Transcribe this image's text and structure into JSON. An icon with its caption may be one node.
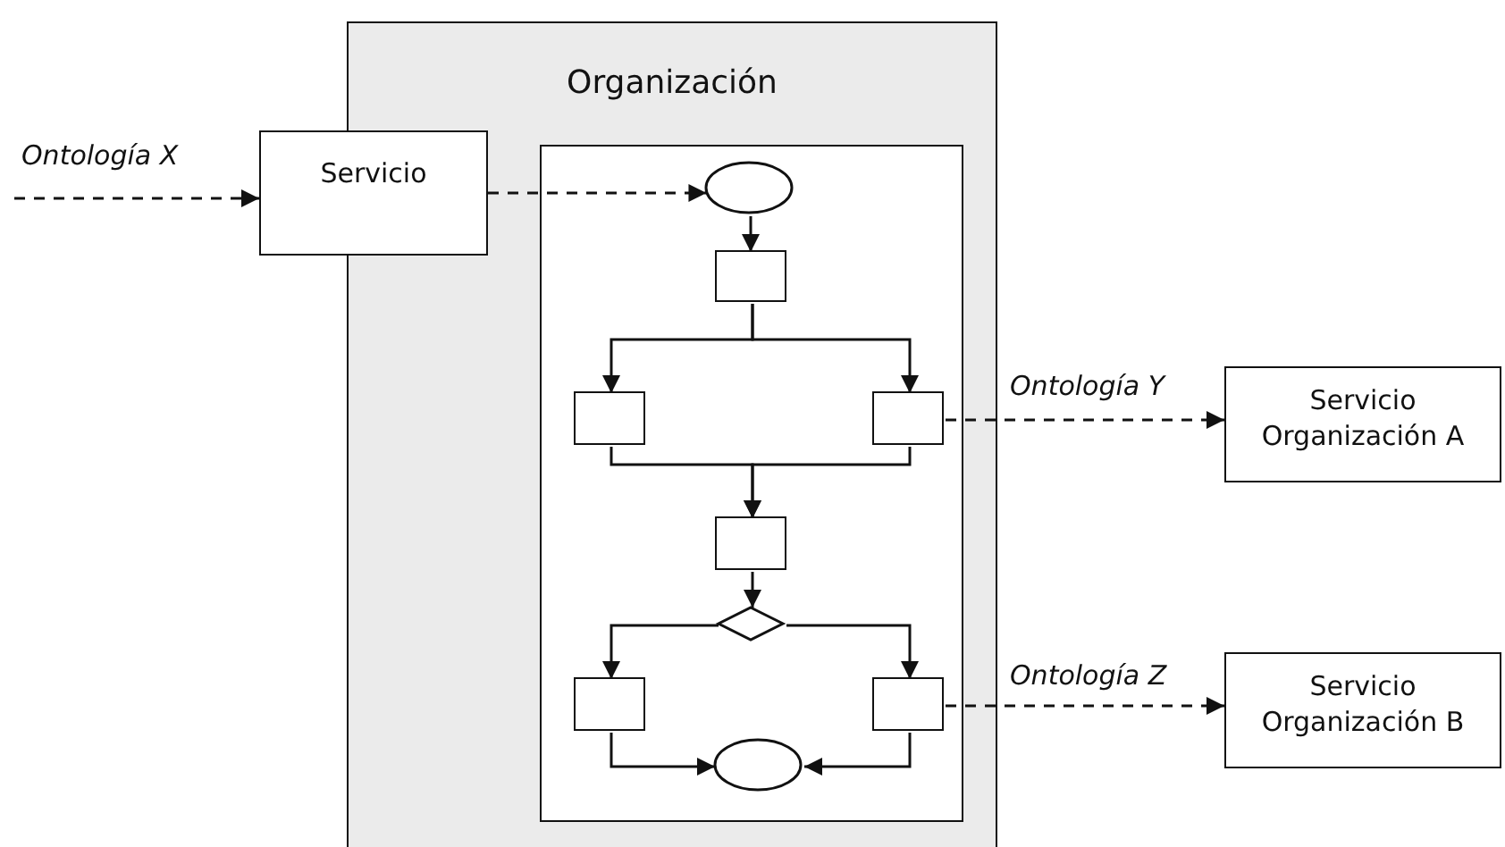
{
  "diagram": {
    "nodes": [
      {
        "text": [
          "Organización"
        ]
      },
      {
        "text": [
          "Servicio"
        ]
      },
      {
        "text": [],
        "shape": "box",
        "in": 0
      },
      {
        "text": [],
        "shape": "ellipse",
        "in": 2
      },
      {
        "text": [],
        "shape": "box",
        "in": 2
      },
      {
        "text": [],
        "shape": "box",
        "in": 2
      },
      {
        "text": [],
        "shape": "box",
        "in": 2
      },
      {
        "text": [],
        "shape": "box",
        "in": 2
      },
      {
        "text": [],
        "shape": "diamond",
        "in": 2
      },
      {
        "text": [],
        "shape": "box",
        "in": 2
      },
      {
        "text": [],
        "shape": "box",
        "in": 2
      },
      {
        "text": [],
        "shape": "ellipse",
        "in": 2
      },
      {
        "text": [
          "Servicio Organización A"
        ]
      },
      {
        "text": [
          "Servicio Organización B"
        ]
      }
    ],
    "edges": [
      {
        "from": null,
        "to": 1,
        "arrow": "to",
        "style": "dashed",
        "label": "Ontología X"
      },
      {
        "from": 1,
        "to": 3,
        "arrow": "to",
        "style": "dashed"
      },
      {
        "from": 3,
        "to": 4,
        "arrow": "to"
      },
      {
        "from": 4,
        "to": 5,
        "arrow": "to"
      },
      {
        "from": 4,
        "to": 6,
        "arrow": "to"
      },
      {
        "from": 5,
        "to": 7,
        "arrow": "to"
      },
      {
        "from": 6,
        "to": 7,
        "arrow": "to"
      },
      {
        "from": 7,
        "to": 8,
        "arrow": "to"
      },
      {
        "from": 8,
        "to": 9,
        "arrow": "to"
      },
      {
        "from": 8,
        "to": 10,
        "arrow": "to"
      },
      {
        "from": 9,
        "to": 11,
        "arrow": "to"
      },
      {
        "from": 10,
        "to": 11,
        "arrow": "to"
      },
      {
        "from": 6,
        "to": 12,
        "arrow": "to",
        "style": "dashed",
        "label": "Ontología Y"
      },
      {
        "from": 10,
        "to": 13,
        "arrow": "to",
        "style": "dashed",
        "label": "Ontología Z"
      }
    ]
  }
}
